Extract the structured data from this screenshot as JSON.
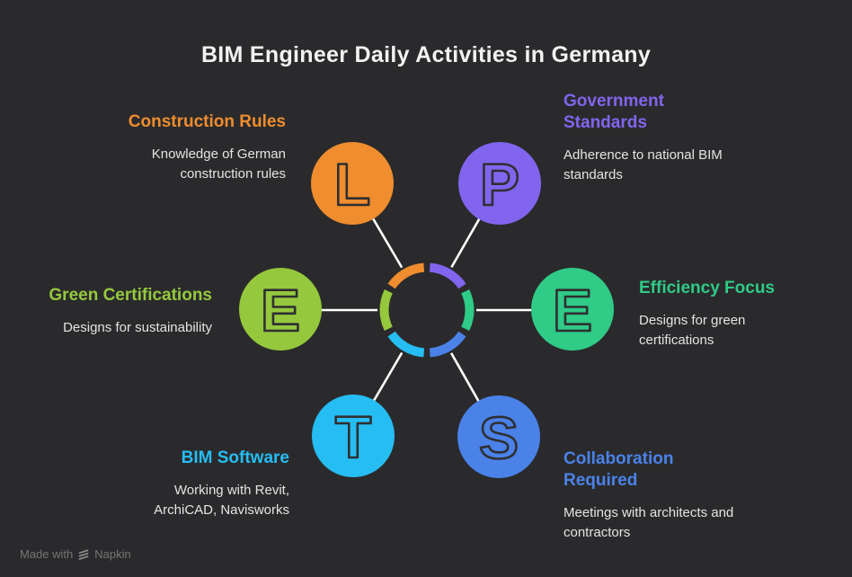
{
  "title": "BIM Engineer Daily Activities in Germany",
  "colors": {
    "background": "#2a2a2c",
    "title_text": "#f2f2f2",
    "body_text": "#e4e4e4",
    "spoke": "#ffffff",
    "letter_outline": "#2f2f31",
    "watermark_text": "#757575"
  },
  "nodes": [
    {
      "id": "construction-rules",
      "letter": "L",
      "color": "#ef8d2f",
      "heading": "Construction Rules",
      "description": "Knowledge of German construction rules"
    },
    {
      "id": "government-standards",
      "letter": "P",
      "color": "#8165ef",
      "heading": "Government Standards",
      "description": "Adherence to national BIM standards"
    },
    {
      "id": "green-certifications",
      "letter": "E",
      "color": "#95c83d",
      "heading": "Green Certifications",
      "description": "Designs for sustainability"
    },
    {
      "id": "efficiency-focus",
      "letter": "E",
      "color": "#2fcb87",
      "heading": "Efficiency Focus",
      "description": "Designs for green certifications"
    },
    {
      "id": "bim-software",
      "letter": "T",
      "color": "#26bdf3",
      "heading": "BIM Software",
      "description": "Working with Revit, ArchiCAD, Navisworks"
    },
    {
      "id": "collaboration-required",
      "letter": "S",
      "color": "#4a82e8",
      "heading": "Collaboration Required",
      "description": "Meetings with architects and contractors"
    }
  ],
  "watermark": {
    "prefix": "Made with",
    "brand": "Napkin"
  }
}
